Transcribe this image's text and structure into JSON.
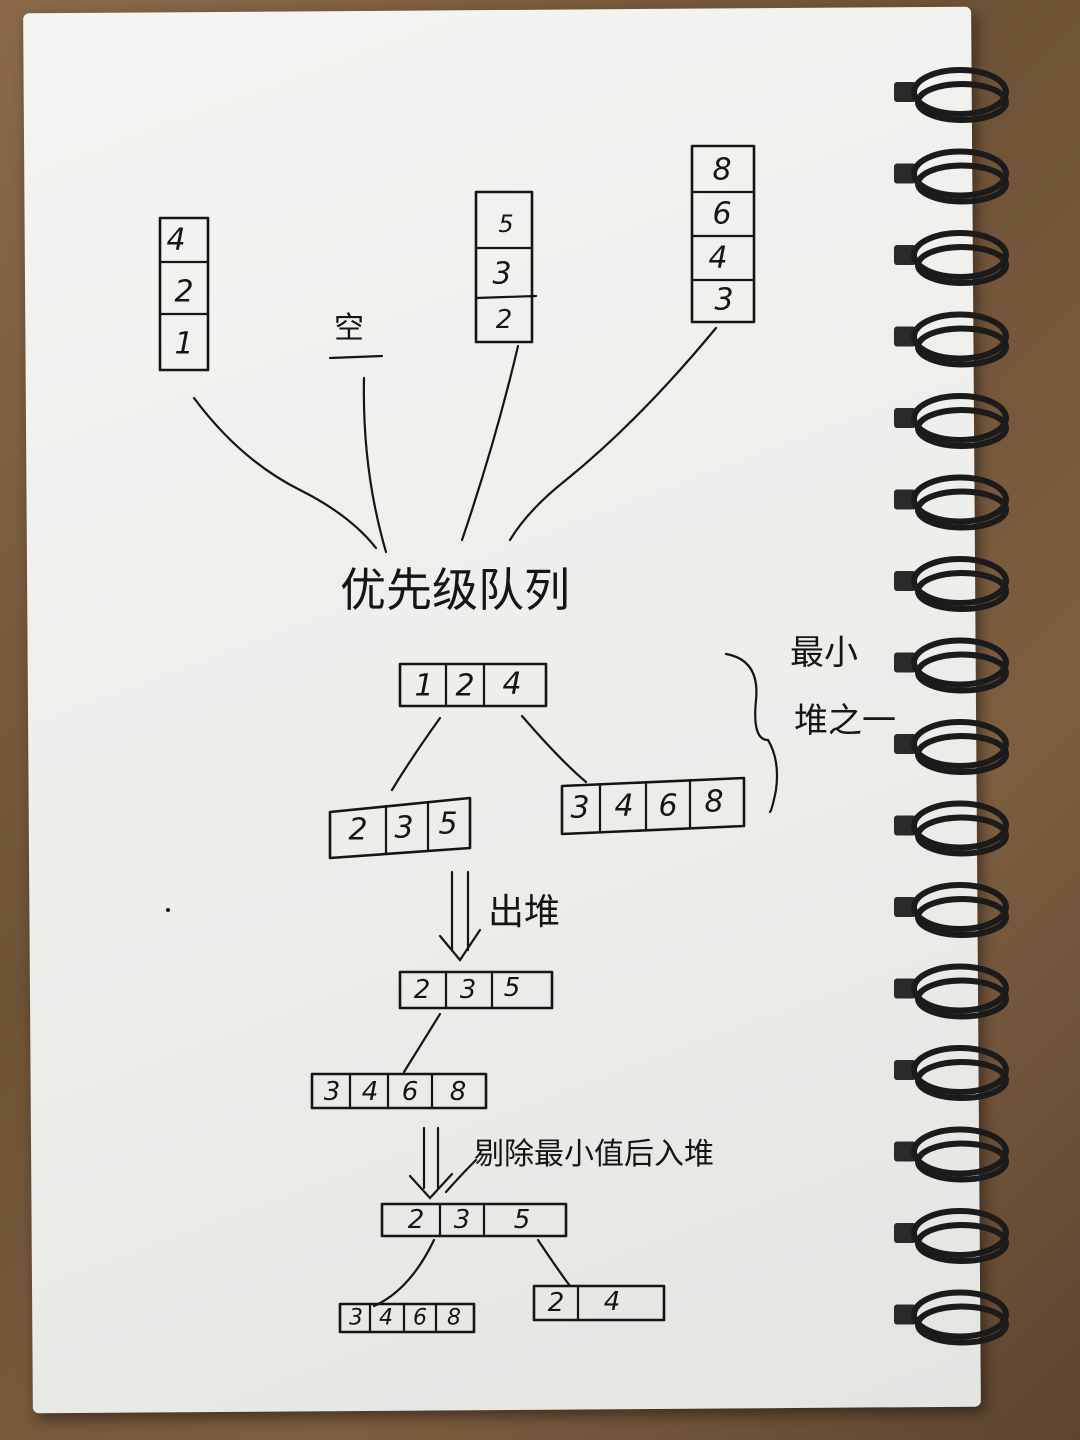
{
  "stacks": {
    "stack1": [
      "4",
      "2",
      "1"
    ],
    "stack2_label": "空",
    "stack3": [
      "5",
      "3",
      "2"
    ],
    "stack4": [
      "8",
      "6",
      "4",
      "3"
    ]
  },
  "priority_queue_label": "优先级队列",
  "min_heap_label": [
    "最小",
    "堆之一"
  ],
  "heap1": {
    "root": [
      "1",
      "2",
      "4"
    ],
    "left": [
      "2",
      "3",
      "5"
    ],
    "right": [
      "3",
      "4",
      "6",
      "8"
    ]
  },
  "pop_label": "出堆",
  "heap2": {
    "root": [
      "2",
      "3",
      "5"
    ],
    "left": [
      "3",
      "4",
      "6",
      "8"
    ]
  },
  "reinsert_label": "剔除最小值后入堆",
  "heap3": {
    "root": [
      "2",
      "3",
      "5"
    ],
    "left": [
      "3",
      "4",
      "6",
      "8"
    ],
    "right": [
      "2",
      "4"
    ]
  }
}
